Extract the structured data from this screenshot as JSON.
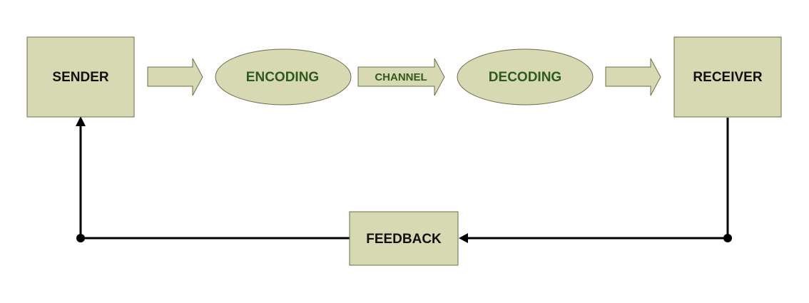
{
  "diagram": {
    "nodes": {
      "sender": "SENDER",
      "encoding": "ENCODING",
      "channel": "CHANNEL",
      "decoding": "DECODING",
      "receiver": "RECEIVER",
      "feedback": "FEEDBACK"
    },
    "colors": {
      "box_fill": "#d6d9b1",
      "box_stroke": "#6b6f4c",
      "ellipse_text": "#2f5a1e",
      "dark_text": "#111111",
      "line": "#000000"
    }
  }
}
